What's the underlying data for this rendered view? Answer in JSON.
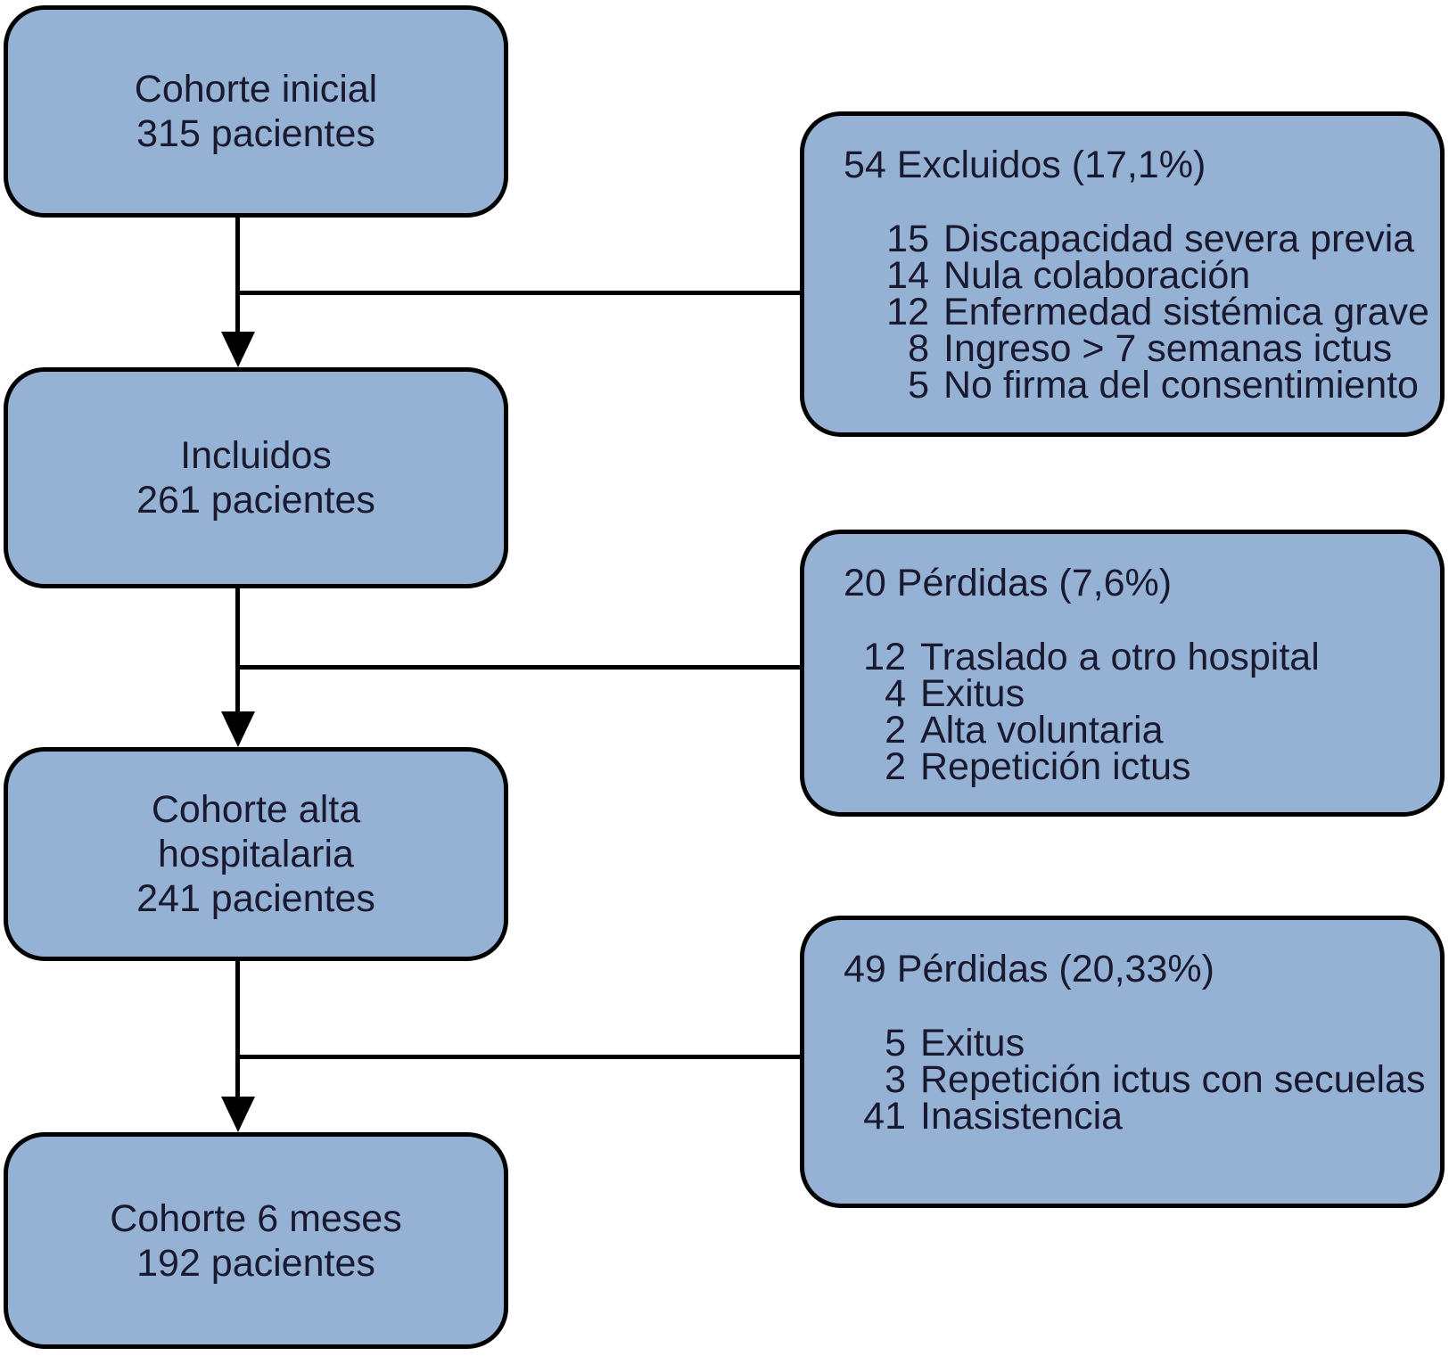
{
  "diagram": {
    "type": "patient-flow-chart",
    "language": "es",
    "colors": {
      "box_fill": "#95b2d4",
      "box_border": "#000000",
      "connector": "#000000",
      "text": "#191930",
      "background": "#ffffff"
    },
    "cohort_boxes": [
      {
        "lines": [
          "Cohorte inicial",
          "315 pacientes"
        ]
      },
      {
        "lines": [
          "Incluidos",
          "261 pacientes"
        ]
      },
      {
        "lines": [
          "Cohorte alta",
          "hospitalaria",
          "241 pacientes"
        ]
      },
      {
        "lines": [
          "Cohorte 6 meses",
          "192 pacientes"
        ]
      }
    ],
    "side_boxes": [
      {
        "title": "54 Excluidos (17,1%)",
        "items": [
          {
            "num": "15",
            "label": "Discapacidad severa previa"
          },
          {
            "num": "14",
            "label": "Nula colaboración"
          },
          {
            "num": "12",
            "label": "Enfermedad sistémica grave"
          },
          {
            "num": "8",
            "label": "Ingreso > 7 semanas ictus"
          },
          {
            "num": "5",
            "label": "No firma del consentimiento"
          }
        ]
      },
      {
        "title": "20 Pérdidas (7,6%)",
        "items": [
          {
            "num": "12",
            "label": "Traslado a otro hospital"
          },
          {
            "num": "4",
            "label": "Exitus"
          },
          {
            "num": "2",
            "label": "Alta voluntaria"
          },
          {
            "num": "2",
            "label": "Repetición ictus"
          }
        ]
      },
      {
        "title": "49 Pérdidas (20,33%)",
        "items": [
          {
            "num": "5",
            "label": "Exitus"
          },
          {
            "num": "3",
            "label": "Repetición ictus con secuelas"
          },
          {
            "num": "41",
            "label": "Inasistencia"
          }
        ]
      }
    ]
  }
}
